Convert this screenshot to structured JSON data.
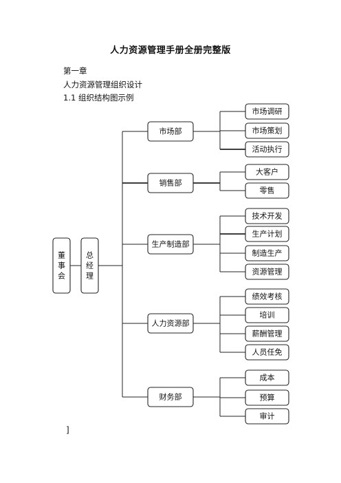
{
  "document": {
    "title": "人力资源管理手册全册完整版",
    "chapter": "第一章",
    "section_title": "人力资源管理组织设计",
    "subsection": "1.1 组织结构图示例",
    "caption_faint": "",
    "trailing_mark": "]"
  },
  "org_chart": {
    "board": "董事会",
    "general_manager": "总经理",
    "departments": [
      {
        "name": "市场部",
        "children": [
          "市场调研",
          "市场策划",
          "活动执行"
        ]
      },
      {
        "name": "销售部",
        "children": [
          "大客户",
          "零售"
        ]
      },
      {
        "name": "生产制造部",
        "children": [
          "技术开发",
          "生产计划",
          "制造生产",
          "资源管理"
        ]
      },
      {
        "name": "人力资源部",
        "children": [
          "绩效考核",
          "培训",
          "薪酬管理",
          "人员任免"
        ]
      },
      {
        "name": "财务部",
        "children": [
          "成本",
          "预算",
          "审计"
        ]
      }
    ]
  }
}
